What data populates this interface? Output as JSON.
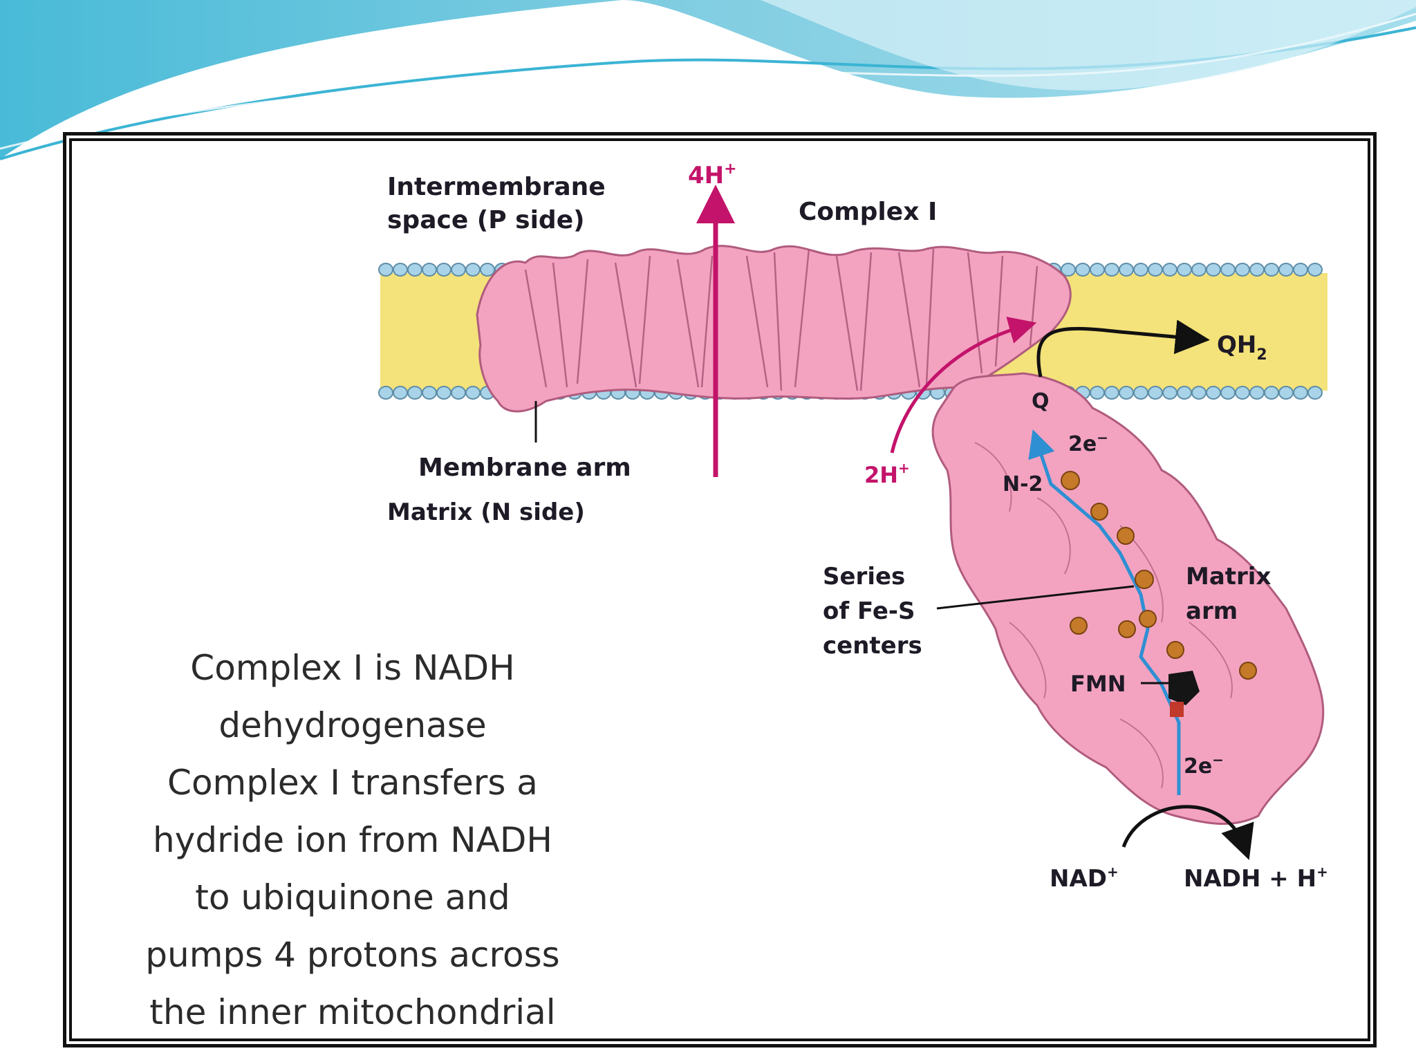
{
  "diagram": {
    "labels": {
      "intermembrane_line1": "Intermembrane",
      "intermembrane_line2": "space (P side)",
      "complex": "Complex I",
      "membrane_arm": "Membrane arm",
      "matrix_side": "Matrix (N side)",
      "fes_line1": "Series",
      "fes_line2": "of Fe-S",
      "fes_line3": "centers",
      "matrix_arm_line1": "Matrix",
      "matrix_arm_line2": "arm",
      "fmn": "FMN",
      "n2": "N-2",
      "q": "Q",
      "qh2_base": "QH",
      "qh2_sub": "2",
      "four_h_base": "4H",
      "four_h_sup": "+",
      "two_h_base": "2H",
      "two_h_sup": "+",
      "two_e_upper_base": "2e",
      "two_e_upper_sup": "−",
      "two_e_lower_base": "2e",
      "two_e_lower_sup": "−",
      "nad_base": "NAD",
      "nad_sup": "+",
      "nadh_base": "NADH + H",
      "nadh_sup": "+"
    },
    "colors": {
      "protein": "#f3a3c0",
      "protein_outline": "#b05b7e",
      "membrane": "#f4e27a",
      "lipid_head": "#a9d3e8",
      "proton_arrow": "#c3136a",
      "electron_arrow": "#2f8fd3",
      "fes_center": "#c47a28"
    }
  },
  "caption": {
    "lines": [
      "Complex I is NADH",
      "dehydrogenase",
      "Complex I transfers a",
      "hydride ion from NADH",
      "to ubiquinone and",
      "pumps 4 protons across",
      "the inner mitochondrial"
    ]
  }
}
